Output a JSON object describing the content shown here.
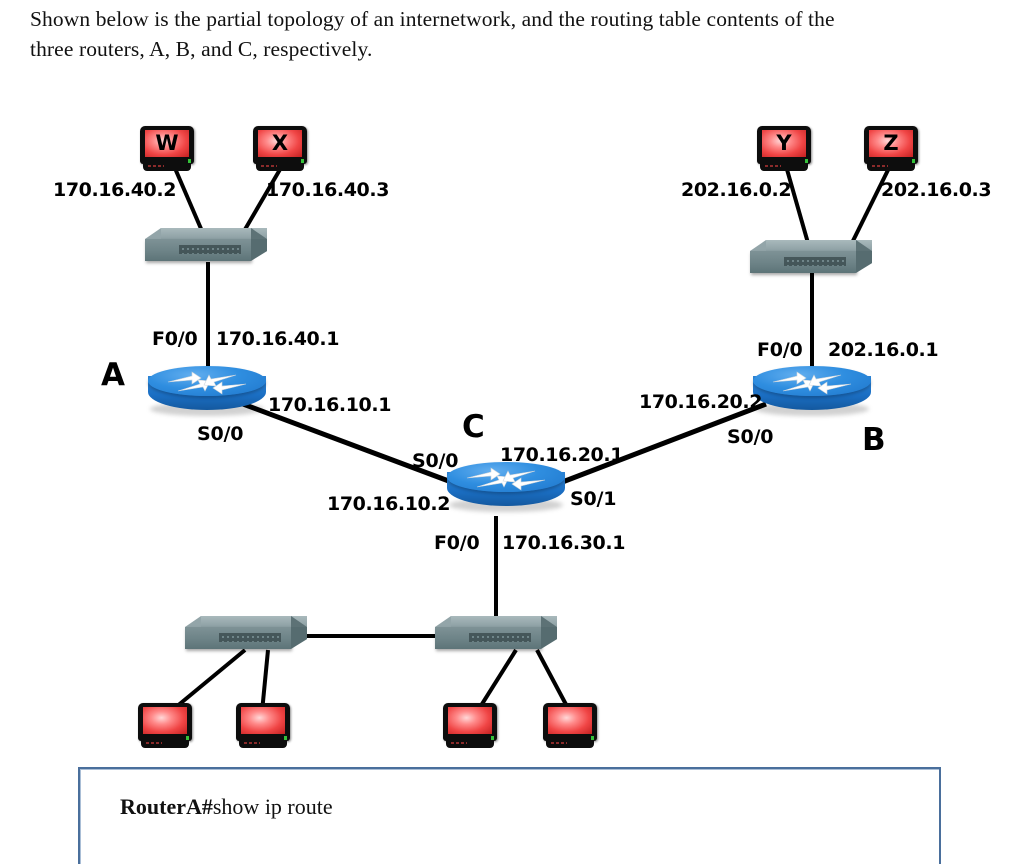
{
  "intro": {
    "line1": "Shown below is the partial topology of an internetwork, and the routing table contents of the",
    "line2": "three routers, A, B, and C, respectively."
  },
  "diagram": {
    "hosts": [
      {
        "name": "host-w",
        "label": "W",
        "ip": "170.16.40.2"
      },
      {
        "name": "host-x",
        "label": "X",
        "ip": "170.16.40.3"
      },
      {
        "name": "host-y",
        "label": "Y",
        "ip": "202.16.0.2"
      },
      {
        "name": "host-z",
        "label": "Z",
        "ip": "202.16.0.3"
      }
    ],
    "routers": [
      {
        "name": "router-a",
        "label": "A"
      },
      {
        "name": "router-b",
        "label": "B"
      },
      {
        "name": "router-c",
        "label": "C"
      }
    ],
    "interfaces": {
      "a_f00": "F0/0",
      "a_f00_ip": "170.16.40.1",
      "a_s00": "S0/0",
      "a_s00_ip": "170.16.10.1",
      "c_s00": "S0/0",
      "c_s00_ip": "170.16.10.2",
      "c_s01": "S0/1",
      "c_s01_ip": "170.16.20.1",
      "c_f00": "F0/0",
      "c_f00_ip": "170.16.30.1",
      "b_s00": "S0/0",
      "b_s00_ip": "170.16.20.2",
      "b_f00": "F0/0",
      "b_f00_ip": "202.16.0.1"
    }
  },
  "console": {
    "prompt": "RouterA#",
    "command": "show ip route"
  },
  "colors": {
    "router_blue": "#1f76cb",
    "switch_grey": "#6d8387",
    "monitor_red": "#f04545",
    "box_border": "#4a6f9c",
    "text": "#000000"
  }
}
